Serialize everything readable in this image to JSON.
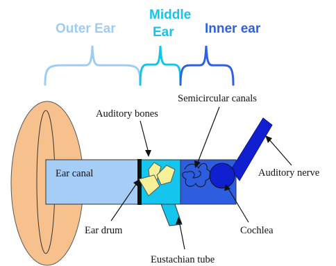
{
  "headers": {
    "outer": "Outer Ear",
    "middle_line1": "Middle",
    "middle_line2": "Ear",
    "inner": "Inner ear"
  },
  "labels": {
    "ear_canal": "Ear canal",
    "auditory_bones": "Auditory bones",
    "semicircular_canals": "Semicircular canals",
    "auditory_nerve": "Auditory nerve",
    "ear_drum": "Ear drum",
    "cochlea": "Cochlea",
    "eustachian_tube": "Eustachian tube"
  },
  "colors": {
    "outer_ear": "#9fcdf2",
    "middle_ear": "#14c5ea",
    "inner_ear": "#2f60e4",
    "pinna": "#f6c18c",
    "ear_canal_fill": "#a6cdf5",
    "middle_fill": "#14c5ee",
    "inner_fill": "#2e5ee0",
    "bones": "#f6f096",
    "nerve": "#1020d0",
    "eardrum": "#111111"
  },
  "icons": {
    "pinna": "outer-ear-pinna-shape",
    "bones": "ossicles-shape",
    "cochlea": "cochlea-spiral-shape",
    "semicircular": "semicircular-canals-scribble"
  }
}
